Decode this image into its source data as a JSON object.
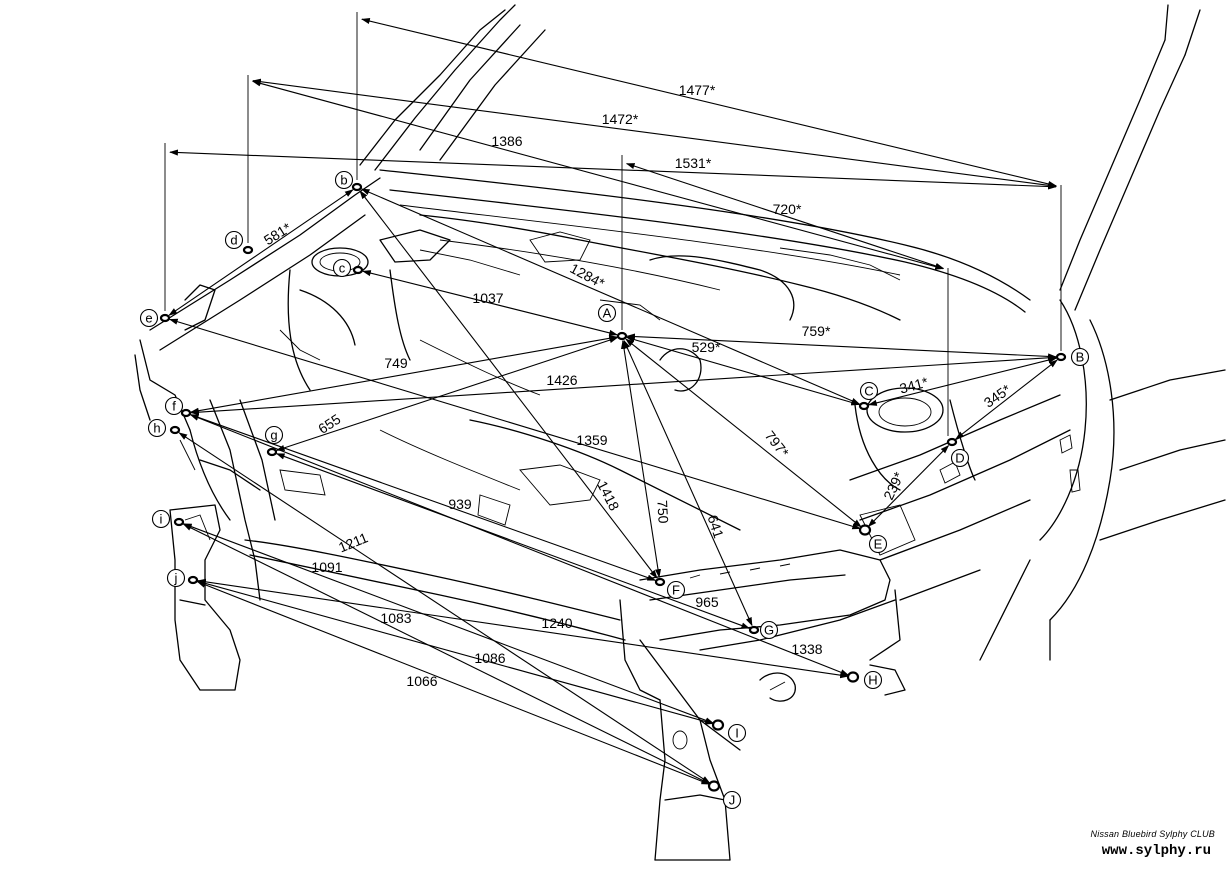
{
  "points": [
    {
      "id": "A",
      "label": "A"
    },
    {
      "id": "B",
      "label": "B"
    },
    {
      "id": "C",
      "label": "C"
    },
    {
      "id": "D",
      "label": "D"
    },
    {
      "id": "E",
      "label": "E"
    },
    {
      "id": "F",
      "label": "F"
    },
    {
      "id": "G",
      "label": "G"
    },
    {
      "id": "H",
      "label": "H"
    },
    {
      "id": "I",
      "label": "I"
    },
    {
      "id": "J",
      "label": "J"
    },
    {
      "id": "b",
      "label": "b"
    },
    {
      "id": "c",
      "label": "c"
    },
    {
      "id": "d",
      "label": "d"
    },
    {
      "id": "e",
      "label": "e"
    },
    {
      "id": "f",
      "label": "f"
    },
    {
      "id": "g",
      "label": "g"
    },
    {
      "id": "h",
      "label": "h"
    },
    {
      "id": "i",
      "label": "i"
    },
    {
      "id": "j",
      "label": "j"
    }
  ],
  "dimensions": [
    {
      "id": "d1477",
      "from": "b",
      "to": "B",
      "label": "1477*"
    },
    {
      "id": "d1472",
      "from": "d",
      "to": "B",
      "label": "1472*"
    },
    {
      "id": "d1531",
      "from": "e",
      "to": "B",
      "label": "1531*"
    },
    {
      "id": "d1386",
      "from": "d",
      "to": "D",
      "label": "1386"
    },
    {
      "id": "d720",
      "from": "A",
      "to": "D",
      "label": "720*"
    },
    {
      "id": "d581",
      "from": "e",
      "to": "b",
      "label": "581*"
    },
    {
      "id": "d1284",
      "from": "b",
      "to": "C",
      "label": "1284*"
    },
    {
      "id": "d1037",
      "from": "c",
      "to": "A",
      "label": "1037"
    },
    {
      "id": "d759",
      "from": "A",
      "to": "B",
      "label": "759*"
    },
    {
      "id": "d529",
      "from": "A",
      "to": "C",
      "label": "529*"
    },
    {
      "id": "d341",
      "from": "C",
      "to": "B",
      "label": "341*"
    },
    {
      "id": "d345",
      "from": "D",
      "to": "B",
      "label": "345*"
    },
    {
      "id": "d749",
      "from": "f",
      "to": "A",
      "label": "749"
    },
    {
      "id": "d1426",
      "from": "f",
      "to": "B",
      "label": "1426"
    },
    {
      "id": "d655",
      "from": "g",
      "to": "A",
      "label": "655"
    },
    {
      "id": "d1359",
      "from": "e",
      "to": "E",
      "label": "1359"
    },
    {
      "id": "d797",
      "from": "A",
      "to": "E",
      "label": "797*"
    },
    {
      "id": "d239",
      "from": "D",
      "to": "E",
      "label": "239*"
    },
    {
      "id": "d1418",
      "from": "b",
      "to": "F",
      "label": "1418"
    },
    {
      "id": "d750",
      "from": "A",
      "to": "F",
      "label": "750"
    },
    {
      "id": "d641",
      "from": "A",
      "to": "G",
      "label": "641"
    },
    {
      "id": "d939",
      "from": "f",
      "to": "F",
      "label": "939"
    },
    {
      "id": "d965",
      "from": "g",
      "to": "G",
      "label": "965"
    },
    {
      "id": "d1338",
      "from": "f",
      "to": "H",
      "label": "1338"
    },
    {
      "id": "d1211",
      "from": "h",
      "to": "J",
      "label": "1211"
    },
    {
      "id": "d1091",
      "from": "i",
      "to": "I",
      "label": "1091"
    },
    {
      "id": "d1240",
      "from": "j",
      "to": "H",
      "label": "1240"
    },
    {
      "id": "d1083",
      "from": "j",
      "to": "I",
      "label": "1083"
    },
    {
      "id": "d1086",
      "from": "i",
      "to": "J",
      "label": "1086"
    },
    {
      "id": "d1066",
      "from": "j",
      "to": "J",
      "label": "1066"
    }
  ],
  "credit": {
    "line1": "Nissan Bluebird Sylphy CLUB",
    "line2": "www.sylphy.ru"
  }
}
